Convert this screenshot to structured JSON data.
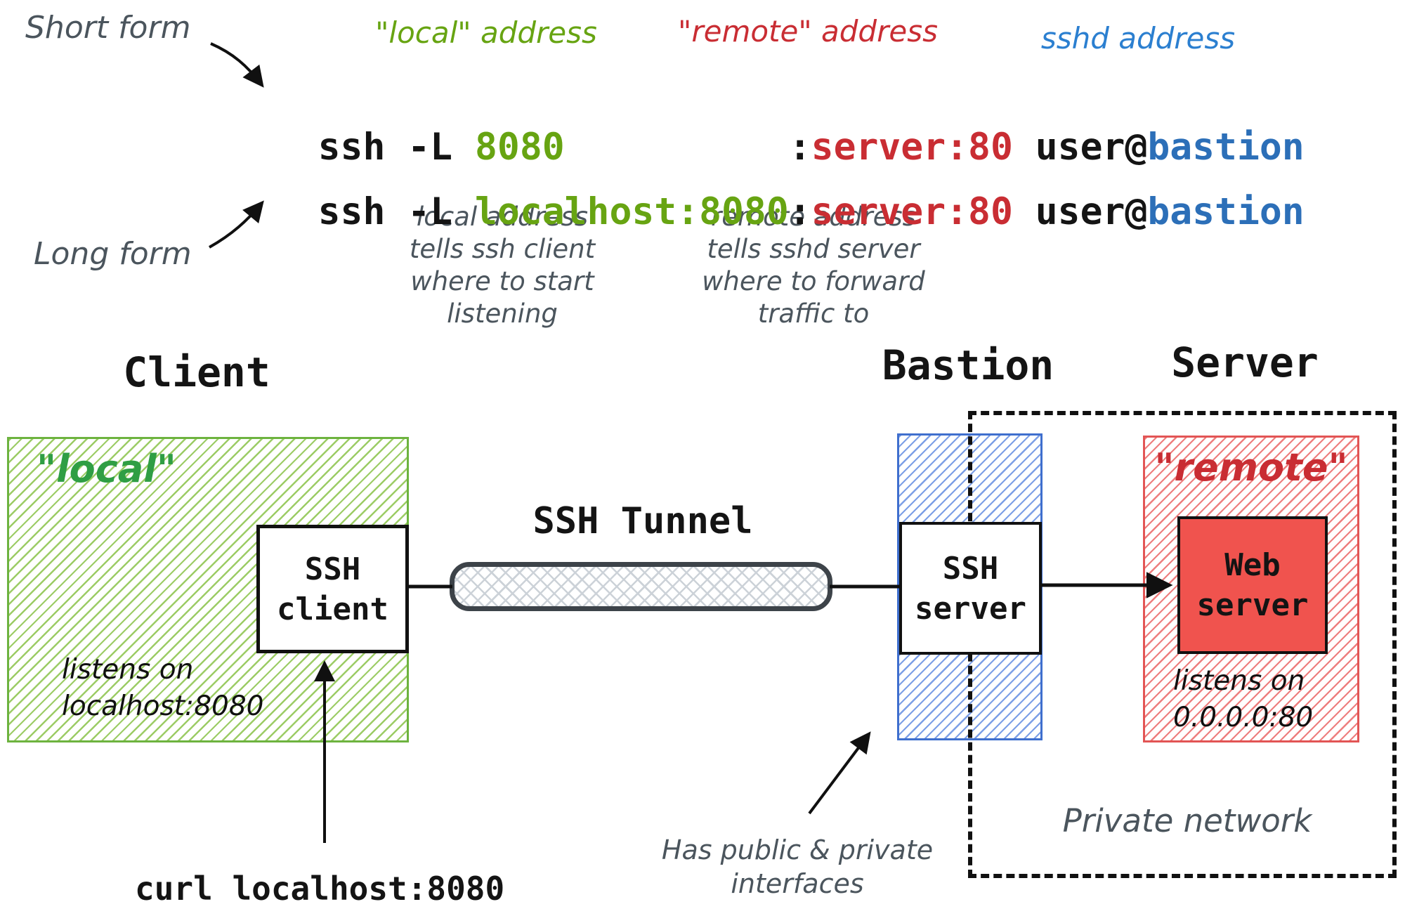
{
  "commands": {
    "labels": {
      "short_form": "Short form",
      "long_form": "Long form",
      "local_address": "\"local\" address",
      "remote_address": "\"remote\" address",
      "sshd_address": "sshd address"
    },
    "line1": {
      "prefix": "ssh -L ",
      "local": "8080",
      "pad": "          ",
      "colon": ":",
      "remote": "server:80",
      "user": " user@",
      "host": "bastion"
    },
    "line2": {
      "prefix": "ssh -L ",
      "local": "localhost:8080",
      "colon": ":",
      "remote": "server:80",
      "user": " user@",
      "host": "bastion"
    },
    "notes": {
      "local": [
        "local address",
        "tells ssh client",
        "where to start",
        "listening"
      ],
      "remote": [
        "remote address",
        "tells sshd server",
        "where to forward",
        "traffic to"
      ]
    }
  },
  "diagram": {
    "client": {
      "title": "Client",
      "zone_label": "\"local\"",
      "box_line1": "SSH",
      "box_line2": "client",
      "listens_line1": "listens on",
      "listens_line2": "localhost:8080",
      "curl": "curl localhost:8080"
    },
    "tunnel": {
      "title": "SSH Tunnel"
    },
    "bastion": {
      "title": "Bastion",
      "box_line1": "SSH",
      "box_line2": "server",
      "note_line1": "Has public & private",
      "note_line2": "interfaces"
    },
    "server": {
      "title": "Server",
      "zone_label": "\"remote\"",
      "box_line1": "Web",
      "box_line2": "server",
      "listens_line1": "listens on",
      "listens_line2": "0.0.0.0:80",
      "network_label": "Private network"
    }
  },
  "colors": {
    "green": "#67a412",
    "green_dark": "#2f9e44",
    "green_hatch": "#8bc34a",
    "red": "#c92d33",
    "red_fill": "#f0534e",
    "blue": "#2c6fb8",
    "blue_hatch": "#5c87e0",
    "gray_handwriting": "#4b555d",
    "tunnel_border": "#3d4349"
  }
}
